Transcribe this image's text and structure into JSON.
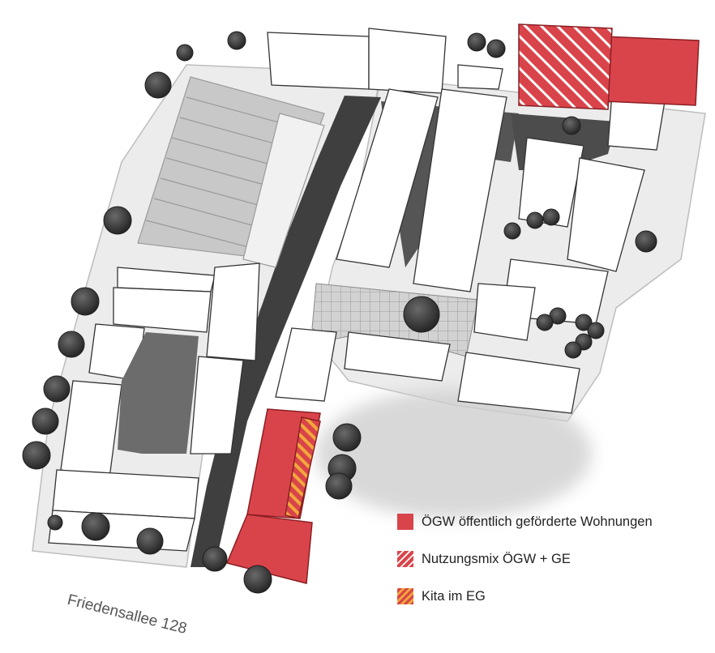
{
  "street_label": "Friedensallee 128",
  "colors": {
    "oegw_red": "#d9444a",
    "hatch_white": "#ffffff",
    "kita_orange": "#f2a83b",
    "road": "#3f3f3f",
    "courtyard": "#6c6c6c",
    "building": "#ffffff",
    "existing_hall": "#c8c8c8",
    "plaza": "#bdbdbd",
    "tree": "#3a3a3a"
  },
  "legend": [
    {
      "key": "oegw",
      "label": "ÖGW öffentlich geförderte Wohnungen",
      "pattern": "solid"
    },
    {
      "key": "mix",
      "label": "Nutzungsmix ÖGW + GE",
      "pattern": "hatch"
    },
    {
      "key": "kita",
      "label": "Kita im EG",
      "pattern": "stripes"
    }
  ]
}
